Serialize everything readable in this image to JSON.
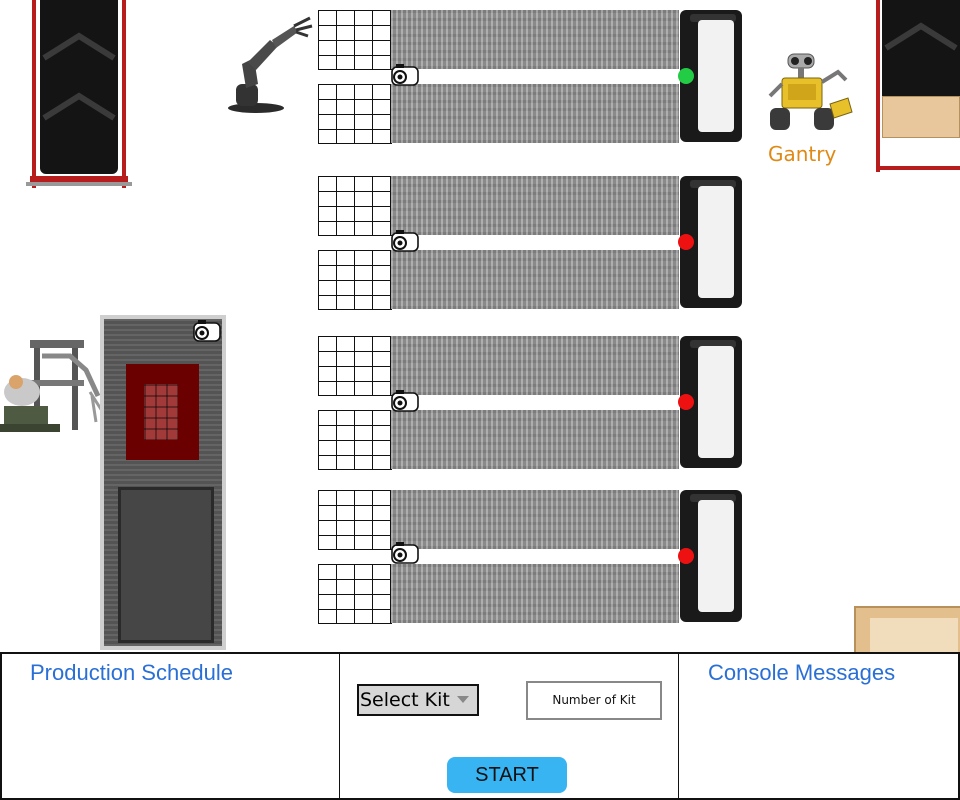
{
  "factory": {
    "gantry_label": "Gantry",
    "lanes": [
      {
        "id": 1,
        "light_color": "#22cc44",
        "light_status": "green"
      },
      {
        "id": 2,
        "light_color": "#ee1111",
        "light_status": "red"
      },
      {
        "id": 3,
        "light_color": "#ee1111",
        "light_status": "red"
      },
      {
        "id": 4,
        "light_color": "#ee1111",
        "light_status": "red"
      }
    ],
    "icons": [
      "conveyor-tower",
      "robot-arm",
      "camera-icon",
      "feeder",
      "gantry-robot",
      "kit-robot",
      "kit-stand",
      "parts-box"
    ]
  },
  "panels": {
    "production_schedule_title": "Production Schedule",
    "console_messages_title": "Console Messages",
    "select_kit_label": "Select Kit",
    "number_of_kit_placeholder": "Number of Kit",
    "start_label": "START"
  },
  "colors": {
    "title_blue": "#2a6fd6",
    "start_button": "#39b4f2",
    "gantry_orange": "#e08a16",
    "kit_box": "#6b0000"
  }
}
